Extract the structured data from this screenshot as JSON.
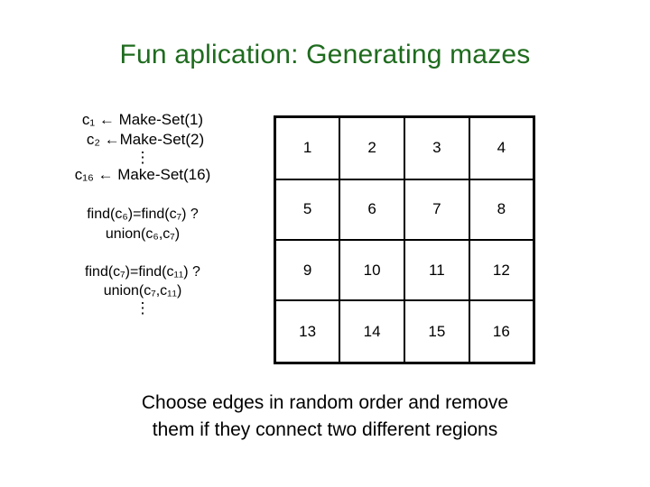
{
  "slide": {
    "title": "Fun aplication: Generating mazes",
    "equations": {
      "group1": [
        "c₁ ← Make-Set(1)",
        "c₂ ←Make-Set(2)"
      ],
      "ellipsis1": "⋮",
      "group1_last": "c₁₆ ← Make-Set(16)",
      "group2": [
        "find(c₆)=find(c₇) ?",
        "union(c₆,c₇)"
      ],
      "group3": [
        "find(c₇)=find(c₁₁) ?",
        "union(c₇,c₁₁)"
      ],
      "ellipsis2": "⋮"
    },
    "grid": {
      "rows": [
        [
          "1",
          "2",
          "3",
          "4"
        ],
        [
          "5",
          "6",
          "7",
          "8"
        ],
        [
          "9",
          "10",
          "11",
          "12"
        ],
        [
          "13",
          "14",
          "15",
          "16"
        ]
      ]
    },
    "caption": [
      "Choose edges in random order and remove",
      "them if they connect two different regions"
    ],
    "colors": {
      "title": "#1e6b1e",
      "text": "#000000",
      "grid_line": "#000000",
      "background": "#ffffff"
    }
  }
}
